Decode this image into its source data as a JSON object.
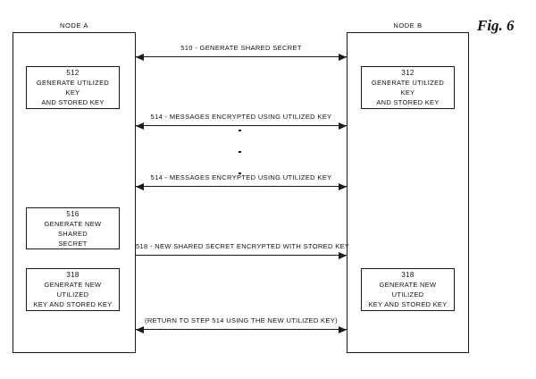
{
  "figure": {
    "caption": "Fig. 6"
  },
  "nodes": [
    {
      "id": "node-a",
      "title": "NODE A",
      "steps": [
        {
          "id": "512",
          "number": "512",
          "text": "GENERATE UTILIZED KEY\nAND STORED KEY"
        },
        {
          "id": "516",
          "number": "516",
          "text": "GENERATE NEW SHARED\nSECRET"
        },
        {
          "id": "318-a",
          "number": "318",
          "text": "GENERATE NEW UTILIZED\nKEY AND STORED KEY"
        }
      ]
    },
    {
      "id": "node-b",
      "title": "NODE B",
      "steps": [
        {
          "id": "312",
          "number": "312",
          "text": "GENERATE UTILIZED KEY\nAND STORED KEY"
        },
        {
          "id": "318-b",
          "number": "318",
          "text": "GENERATE NEW UTILIZED\nKEY AND STORED KEY"
        }
      ]
    }
  ],
  "messages": [
    {
      "id": "510",
      "label": "510 - GENERATE SHARED SECRET",
      "direction": "bidirectional"
    },
    {
      "id": "514-first",
      "label": "514 - MESSAGES ENCRYPTED USING UTILIZED KEY",
      "direction": "bidirectional"
    },
    {
      "id": "514-second",
      "label": "514 - MESSAGES ENCRYPTED USING UTILIZED KEY",
      "direction": "bidirectional"
    },
    {
      "id": "518",
      "label": "518 - NEW SHARED SECRET ENCRYPTED WITH  STORED KEY",
      "direction": "left-to-right"
    },
    {
      "id": "return",
      "label": "(RETURN TO STEP 514 USING THE NEW UTILIZED KEY)",
      "direction": "bidirectional"
    }
  ],
  "colors": {
    "ink": "#1a1a1a",
    "background": "#ffffff"
  }
}
